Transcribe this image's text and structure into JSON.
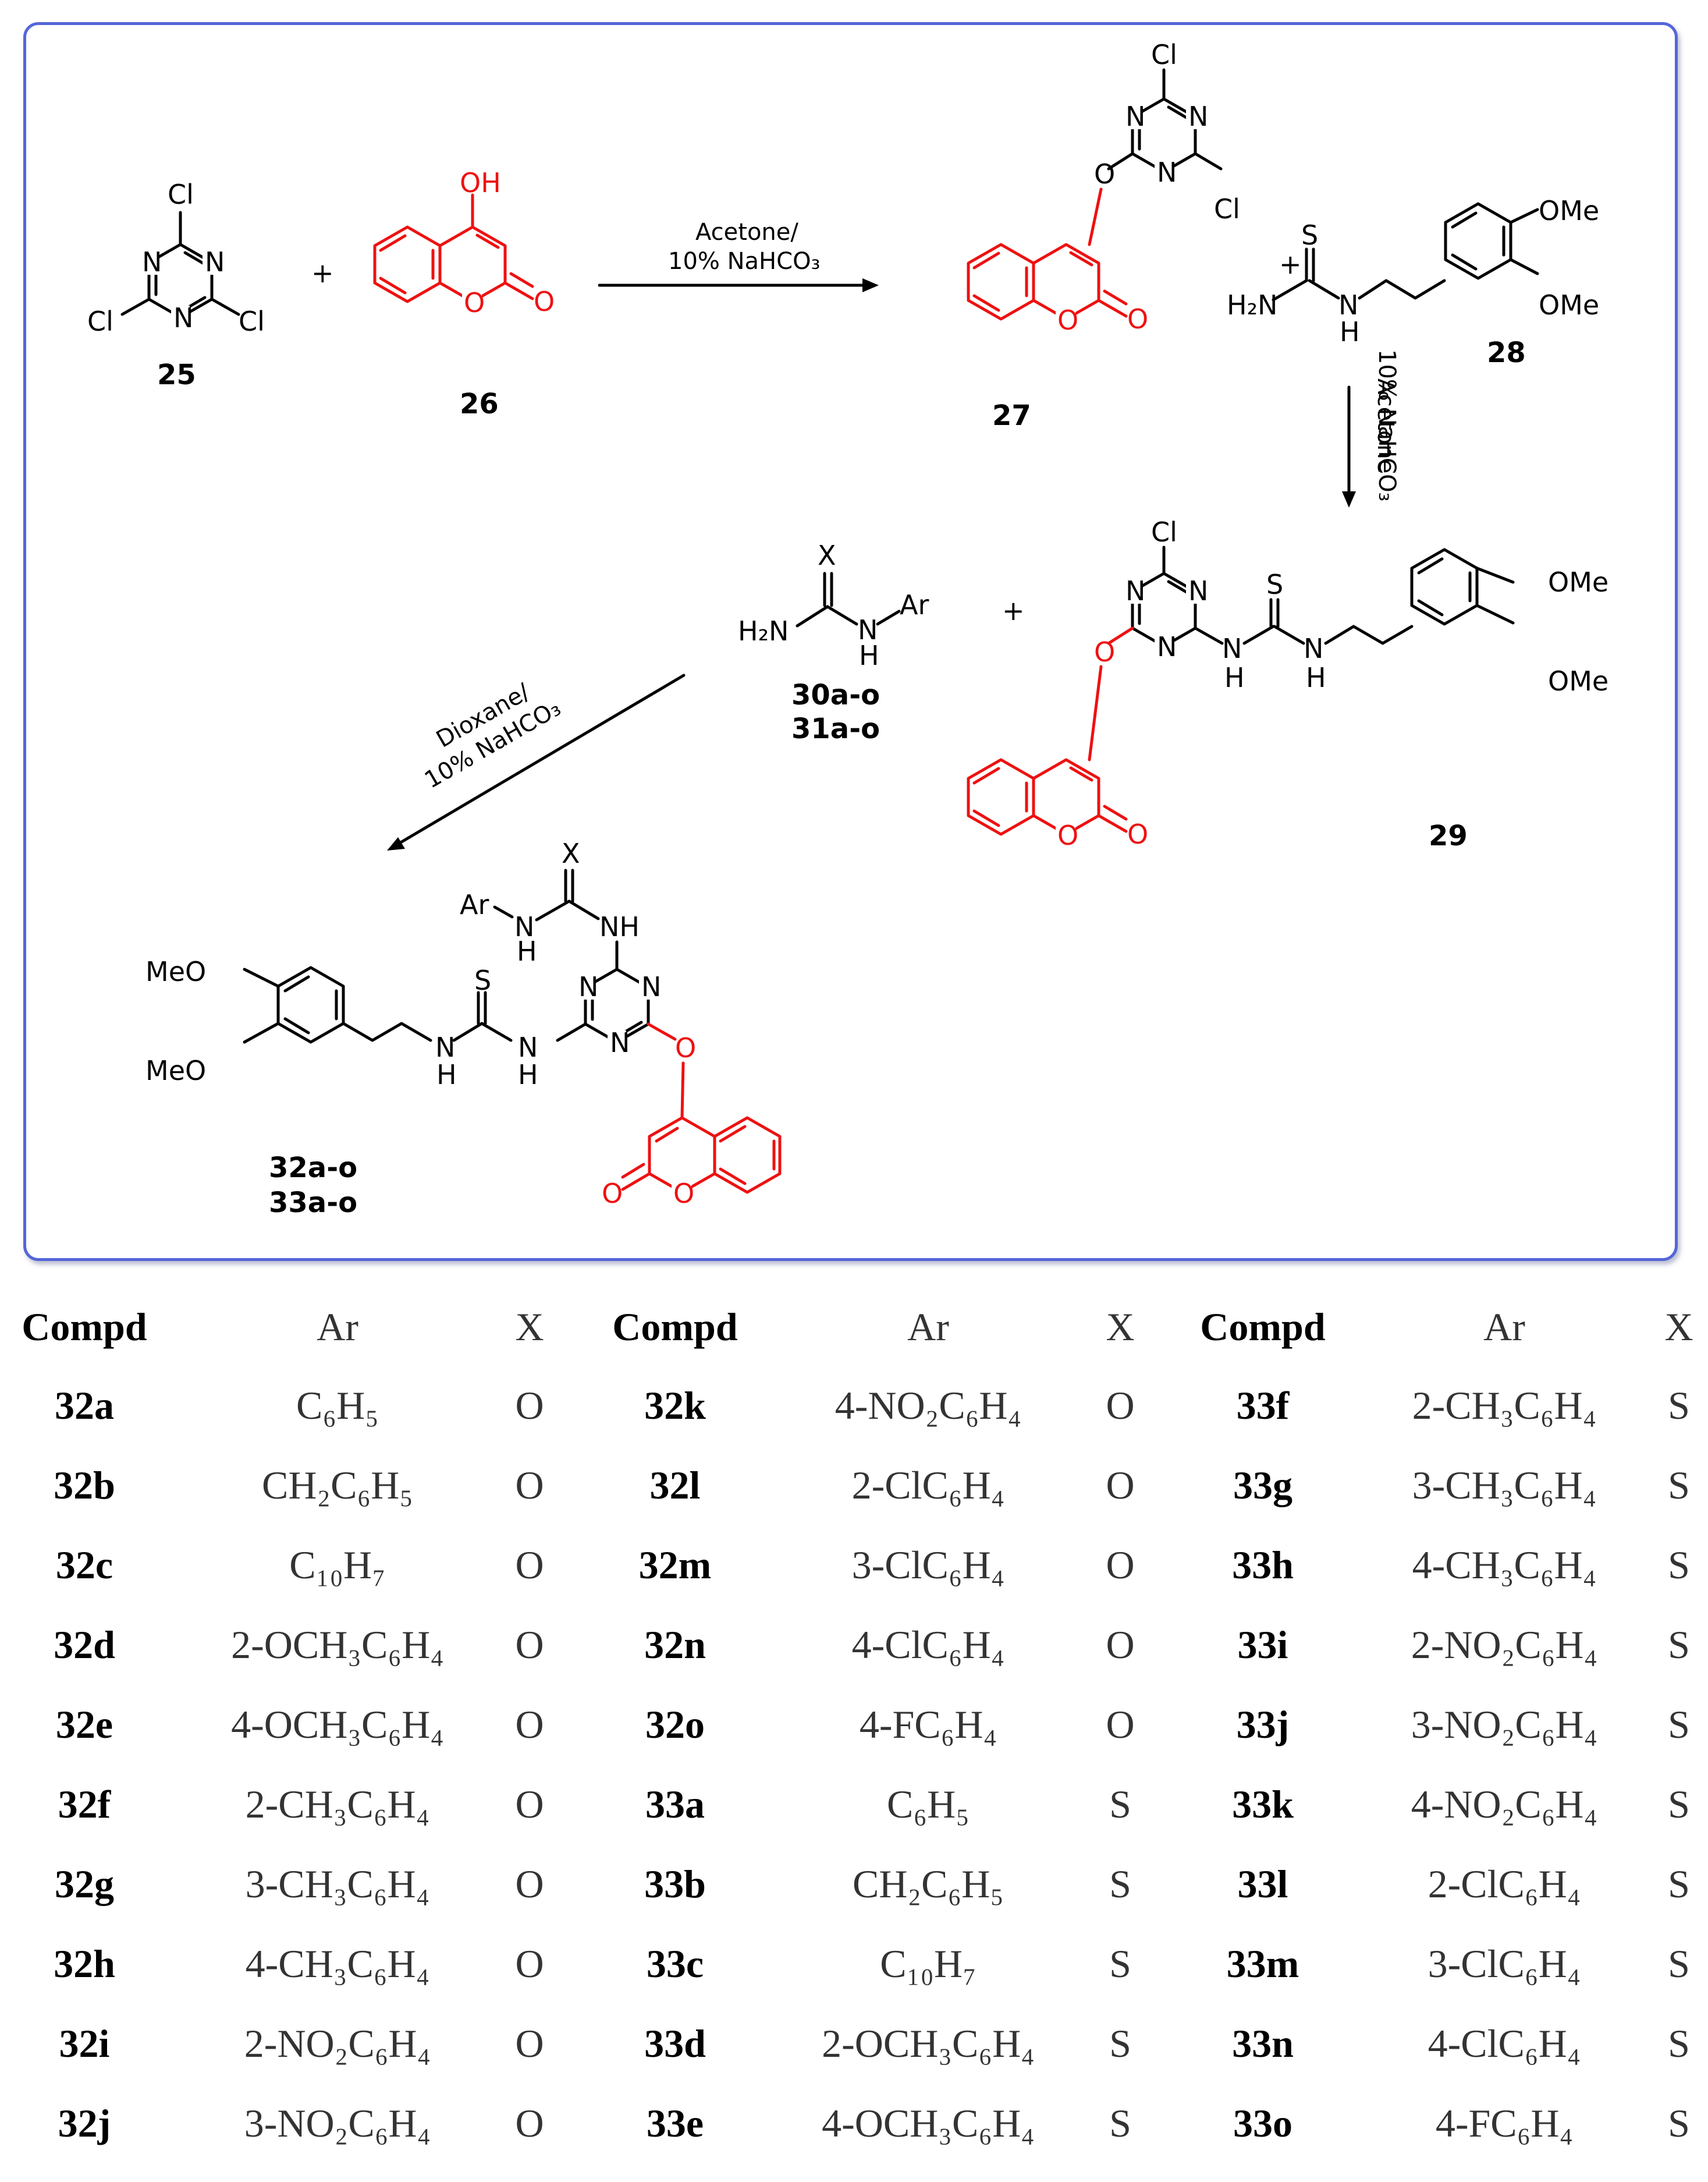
{
  "scheme": {
    "compounds": {
      "c25": "25",
      "c26": "26",
      "c27": "27",
      "c28": "28",
      "c29": "29",
      "c30": "30a-o",
      "c31": "31a-o",
      "c32": "32a-o",
      "c33": "33a-o"
    },
    "conditions": {
      "step1_line1": "Acetone/",
      "step1_line2": "10% NaHCO₃",
      "step2_line1": "Acetone",
      "step2_line2": "10% NaHCO₃",
      "step3_line1": "Dioxane/",
      "step3_line2": "10% NaHCO₃"
    },
    "atoms": {
      "Cl": "Cl",
      "N": "N",
      "O": "O",
      "OH": "OH",
      "S": "S",
      "H": "H",
      "H2N": "H₂N",
      "OMe": "OMe",
      "MeO": "MeO",
      "X": "X",
      "Ar": "Ar",
      "NH": "NH",
      "plus": "+"
    },
    "colors": {
      "frame": "#5466d8",
      "coumarin": "#ee1111",
      "bonds": "#000000"
    }
  },
  "table": {
    "headers": [
      "Compd",
      "Ar",
      "X",
      "Compd",
      "Ar",
      "X",
      "Compd",
      "Ar",
      "X"
    ],
    "rows": [
      [
        {
          "c": "32a",
          "ar": "C₆H₅",
          "x": "O"
        },
        {
          "c": "32k",
          "ar": "4-NO₂C₆H₄",
          "x": "O"
        },
        {
          "c": "33f",
          "ar": "2-CH₃C₆H₄",
          "x": "S"
        }
      ],
      [
        {
          "c": "32b",
          "ar": "CH₂C₆H₅",
          "x": "O"
        },
        {
          "c": "32l",
          "ar": "2-ClC₆H₄",
          "x": "O"
        },
        {
          "c": "33g",
          "ar": "3-CH₃C₆H₄",
          "x": "S"
        }
      ],
      [
        {
          "c": "32c",
          "ar": "C₁₀H₇",
          "x": "O"
        },
        {
          "c": "32m",
          "ar": "3-ClC₆H₄",
          "x": "O"
        },
        {
          "c": "33h",
          "ar": "4-CH₃C₆H₄",
          "x": "S"
        }
      ],
      [
        {
          "c": "32d",
          "ar": "2-OCH₃C₆H₄",
          "x": "O"
        },
        {
          "c": "32n",
          "ar": "4-ClC₆H₄",
          "x": "O"
        },
        {
          "c": "33i",
          "ar": "2-NO₂C₆H₄",
          "x": "S"
        }
      ],
      [
        {
          "c": "32e",
          "ar": "4-OCH₃C₆H₄",
          "x": "O"
        },
        {
          "c": "32o",
          "ar": "4-FC₆H₄",
          "x": "O"
        },
        {
          "c": "33j",
          "ar": "3-NO₂C₆H₄",
          "x": "S"
        }
      ],
      [
        {
          "c": "32f",
          "ar": "2-CH₃C₆H₄",
          "x": "O"
        },
        {
          "c": "33a",
          "ar": "C₆H₅",
          "x": "S"
        },
        {
          "c": "33k",
          "ar": "4-NO₂C₆H₄",
          "x": "S"
        }
      ],
      [
        {
          "c": "32g",
          "ar": "3-CH₃C₆H₄",
          "x": "O"
        },
        {
          "c": "33b",
          "ar": "CH₂C₆H₅",
          "x": "S"
        },
        {
          "c": "33l",
          "ar": "2-ClC₆H₄",
          "x": "S"
        }
      ],
      [
        {
          "c": "32h",
          "ar": "4-CH₃C₆H₄",
          "x": "O"
        },
        {
          "c": "33c",
          "ar": "C₁₀H₇",
          "x": "S"
        },
        {
          "c": "33m",
          "ar": "3-ClC₆H₄",
          "x": "S"
        }
      ],
      [
        {
          "c": "32i",
          "ar": "2-NO₂C₆H₄",
          "x": "O"
        },
        {
          "c": "33d",
          "ar": "2-OCH₃C₆H₄",
          "x": "S"
        },
        {
          "c": "33n",
          "ar": "4-ClC₆H₄",
          "x": "S"
        }
      ],
      [
        {
          "c": "32j",
          "ar": "3-NO₂C₆H₄",
          "x": "O"
        },
        {
          "c": "33e",
          "ar": "4-OCH₃C₆H₄",
          "x": "S"
        },
        {
          "c": "33o",
          "ar": "4-FC₆H₄",
          "x": "S"
        }
      ]
    ]
  }
}
